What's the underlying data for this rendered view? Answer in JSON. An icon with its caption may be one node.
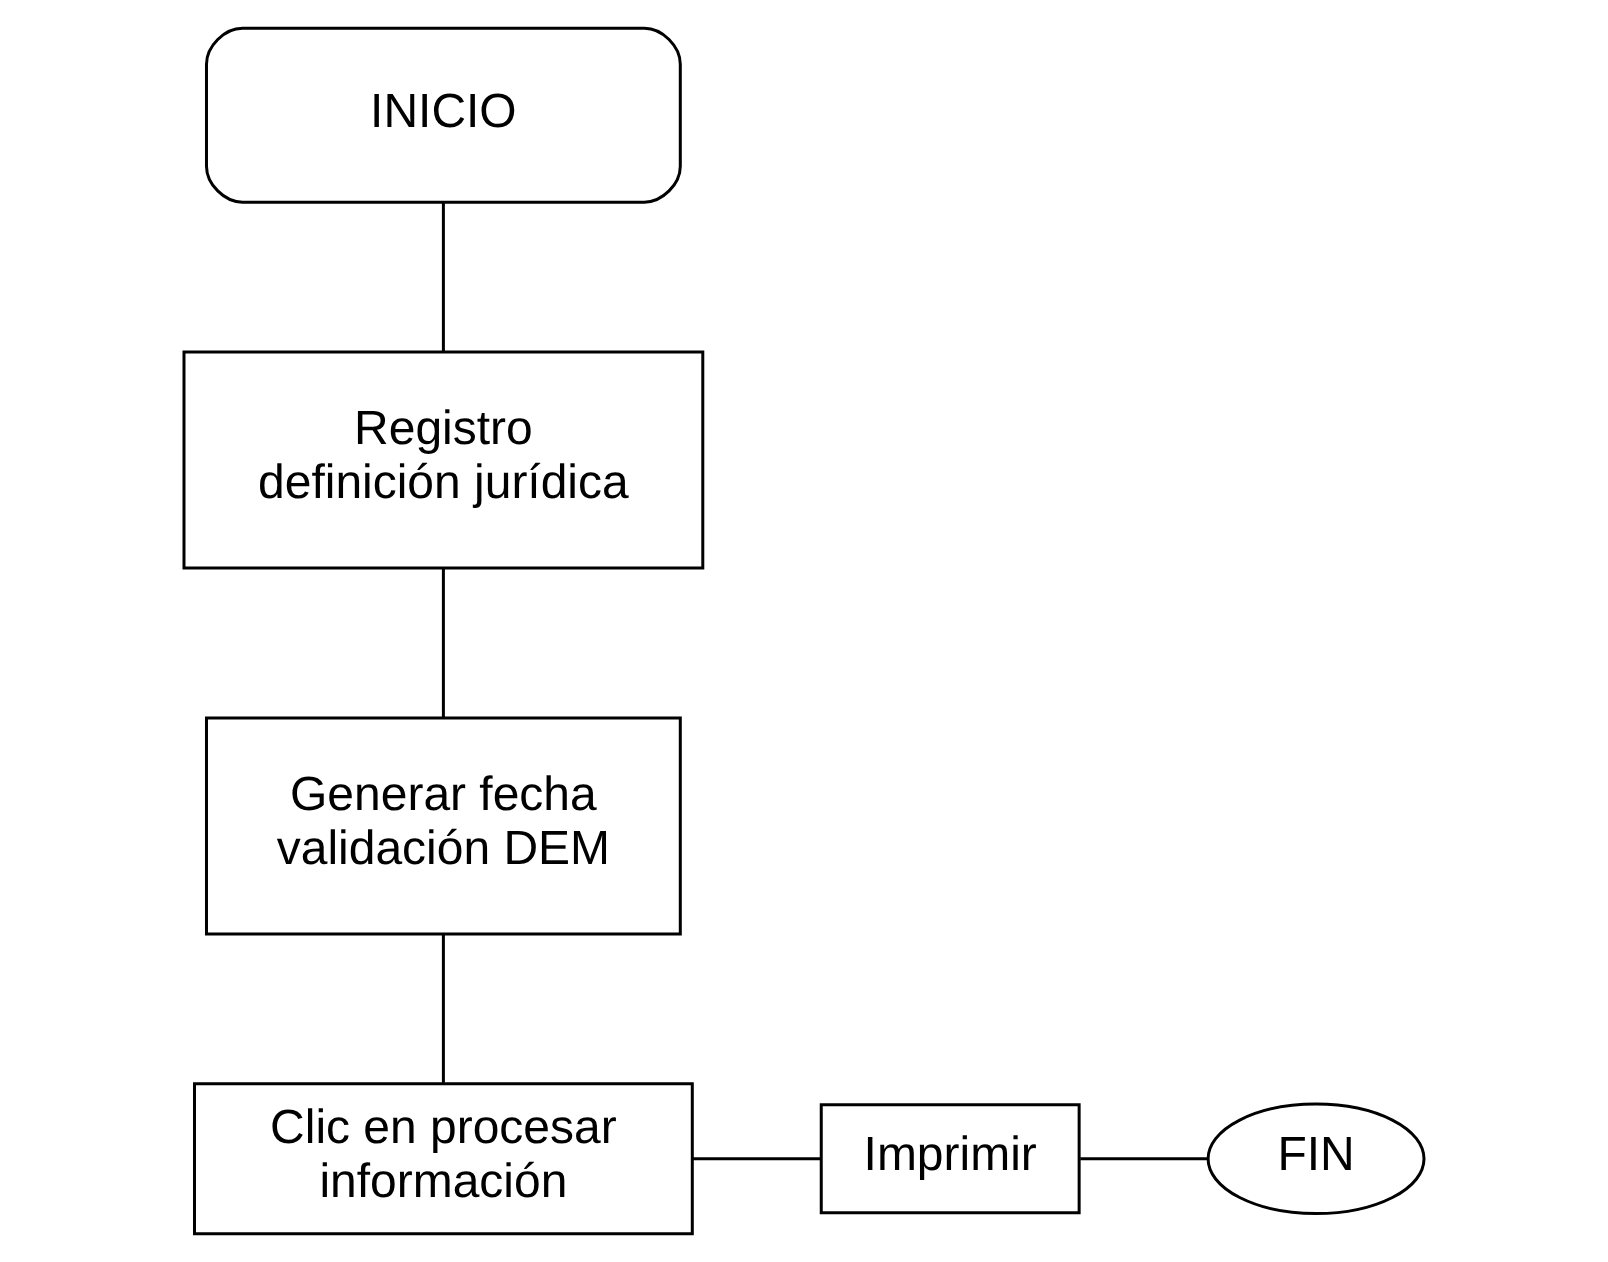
{
  "diagram": {
    "nodes": [
      {
        "text": [
          "INICIO"
        ]
      },
      {
        "text": [
          "Registro definición jurídica"
        ]
      },
      {
        "text": [
          "Generar fecha validación DEM"
        ]
      },
      {
        "text": [
          "Clic en procesar información"
        ]
      },
      {
        "text": [
          "Imprimir"
        ]
      },
      {
        "text": [
          "FIN"
        ]
      }
    ],
    "edges": [
      {
        "from": 0,
        "to": 1,
        "arrow": "none"
      },
      {
        "from": 1,
        "to": 2,
        "arrow": "none"
      },
      {
        "from": 2,
        "to": 3,
        "arrow": "none"
      },
      {
        "from": 3,
        "to": 4,
        "arrow": "none"
      },
      {
        "from": 4,
        "to": 5,
        "arrow": "none"
      }
    ]
  }
}
